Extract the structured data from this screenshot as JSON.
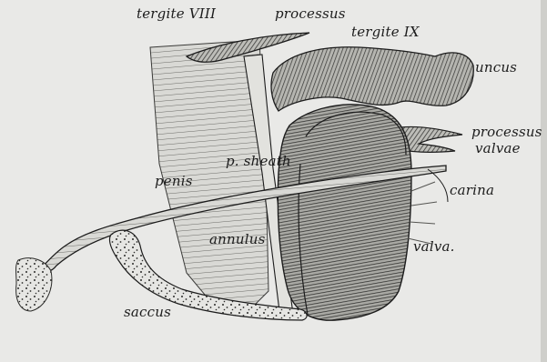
{
  "plate": {
    "background": "#e9e9e7",
    "ink": "#1c1c1c"
  },
  "labels": {
    "tergite_viii": "tergite VIII",
    "processus": "processus",
    "tergite_ix": "tergite IX",
    "uncus": "uncus",
    "processus_valvae_line1": "processus",
    "processus_valvae_line2": "valvae",
    "p_sheath": "p. sheath",
    "penis": "penis",
    "carina": "carina",
    "annulus": "annulus",
    "valva": "valva.",
    "saccus": "saccus"
  }
}
